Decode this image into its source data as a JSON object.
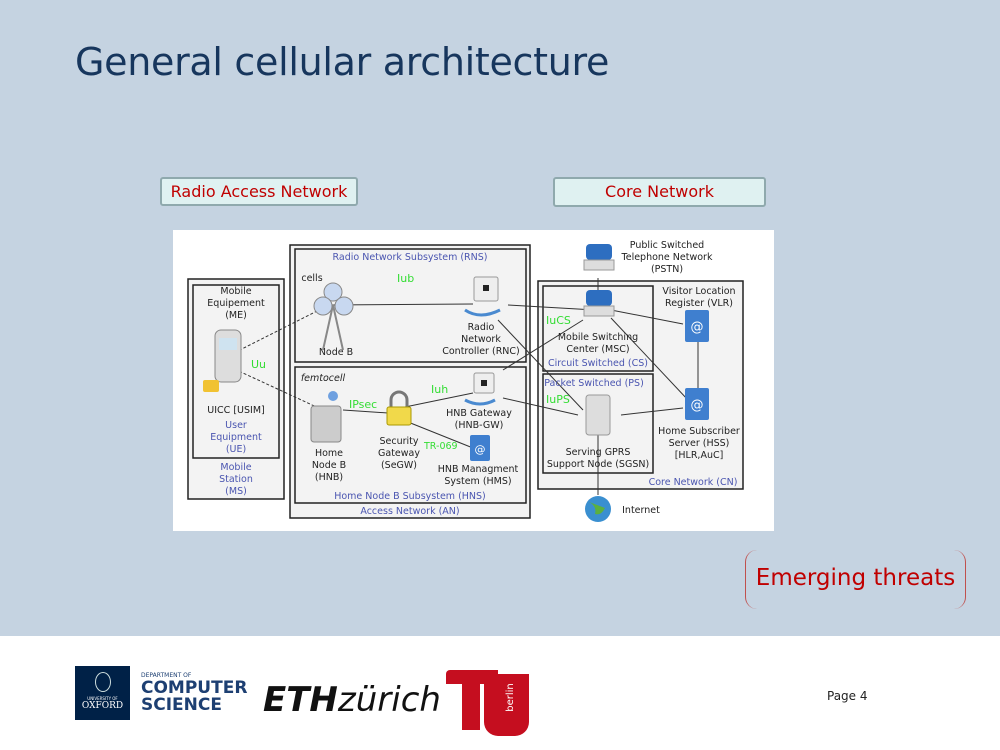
{
  "slide": {
    "title": "General cellular architecture",
    "tags": {
      "ran": "Radio Access Network",
      "core": "Core Network"
    },
    "emerging": "Emerging threats",
    "page": "Page 4"
  },
  "diagram": {
    "ms": {
      "me": [
        "Mobile",
        "Equipement",
        "(ME)"
      ],
      "uicc": "UICC [USIM]",
      "ue": [
        "User",
        "Equipment",
        "(UE)"
      ],
      "ms": [
        "Mobile",
        "Station",
        "(MS)"
      ],
      "uu": "Uu"
    },
    "rns": {
      "title": "Radio Network Subsystem (RNS)",
      "cells": "cells",
      "nodeb": "Node B",
      "iub": "Iub",
      "rnc": [
        "Radio",
        "Network",
        "Controller (RNC)"
      ]
    },
    "hns": {
      "femto": "femtocell",
      "ipsec": "IPsec",
      "iuh": "Iuh",
      "hnbgw": [
        "HNB Gateway",
        "(HNB-GW)"
      ],
      "segw": [
        "Security",
        "Gateway",
        "(SeGW)"
      ],
      "tr069": "TR-069",
      "hms": [
        "HNB Managment",
        "System (HMS)"
      ],
      "hnb": [
        "Home",
        "Node B",
        "(HNB)"
      ],
      "title": "Home Node B Subsystem (HNS)"
    },
    "an": "Access Network (AN)",
    "cn": {
      "pstn": [
        "Public Switched",
        "Telephone Network",
        "(PSTN)"
      ],
      "vlr": [
        "Visitor Location",
        "Register (VLR)"
      ],
      "iucs": "IuCS",
      "msc": [
        "Mobile Switching",
        "Center (MSC)"
      ],
      "cs": "Circuit Switched (CS)",
      "ps": "Packet Switched (PS)",
      "iups": "IuPS",
      "sgsn": [
        "Serving GPRS",
        "Support Node (SGSN)"
      ],
      "hss": [
        "Home Subscriber",
        "Server (HSS)",
        "[HLR,AuC]"
      ],
      "title": "Core Network (CN)",
      "internet": "Internet"
    }
  },
  "footer": {
    "oxford": {
      "univ": "UNIVERSITY OF",
      "name": "OXFORD",
      "dept": "DEPARTMENT OF",
      "l1": "COMPUTER",
      "l2": "SCIENCE"
    },
    "eth": {
      "a": "ETH",
      "b": "zürich"
    },
    "tu": "berlin"
  },
  "colors": {
    "background": "#c5d3e1",
    "title": "#17365d",
    "accent": "#c00000",
    "interface": "#33dd33",
    "subsystem": "#4a55b0"
  }
}
